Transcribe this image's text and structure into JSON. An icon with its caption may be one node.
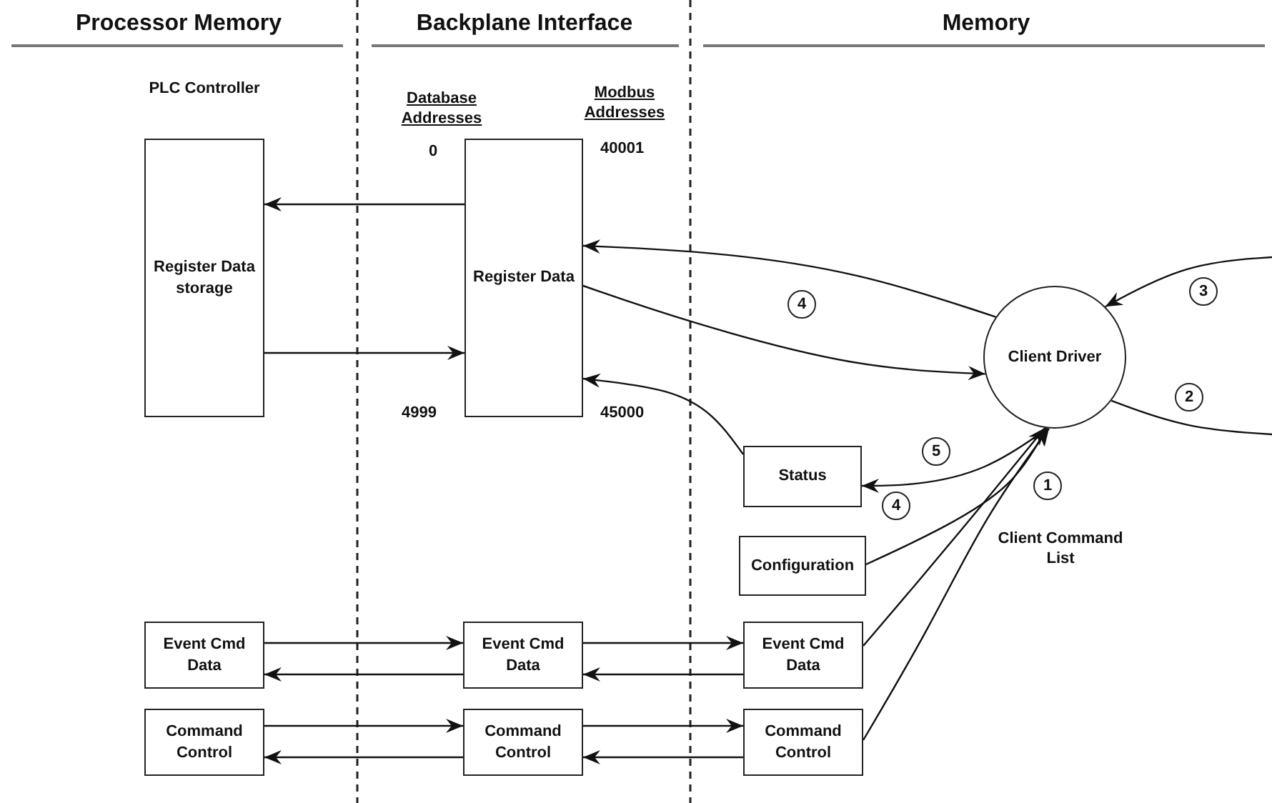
{
  "diagram": {
    "nodes": [
      {
        "text": [
          "PLC Controller",
          "Register Data storage"
        ]
      },
      {
        "text": [
          "Register Data"
        ]
      },
      {
        "text": [
          "Client Driver"
        ]
      },
      {
        "text": [
          "Status"
        ]
      },
      {
        "text": [
          "Configuration"
        ]
      },
      {
        "text": [
          "Event Cmd Data"
        ]
      },
      {
        "text": [
          "Event Cmd Data"
        ]
      },
      {
        "text": [
          "Event Cmd Data"
        ]
      },
      {
        "text": [
          "Command Control"
        ]
      },
      {
        "text": [
          "Command Control"
        ]
      },
      {
        "text": [
          "Command Control"
        ]
      }
    ],
    "edges": [
      {
        "from": 1,
        "to": 0,
        "arrow": "to"
      },
      {
        "from": 0,
        "to": 1,
        "arrow": "to"
      },
      {
        "from": 2,
        "to": 1,
        "arrow": "to"
      },
      {
        "from": 1,
        "to": 2,
        "arrow": "to"
      },
      {
        "from": null,
        "to": 2,
        "arrow": "to"
      },
      {
        "from": 2,
        "to": null,
        "arrow": "none"
      },
      {
        "from": 3,
        "to": 1,
        "arrow": "to"
      },
      {
        "from": 2,
        "to": 3,
        "arrow": "to"
      },
      {
        "from": 4,
        "to": 2,
        "arrow": "to"
      },
      {
        "from": 7,
        "to": 2,
        "arrow": "to"
      },
      {
        "from": 10,
        "to": 2,
        "arrow": "to"
      },
      {
        "from": 5,
        "to": 6,
        "arrow": "to"
      },
      {
        "from": 6,
        "to": 5,
        "arrow": "to"
      },
      {
        "from": 6,
        "to": 7,
        "arrow": "to"
      },
      {
        "from": 7,
        "to": 6,
        "arrow": "to"
      },
      {
        "from": 8,
        "to": 9,
        "arrow": "to"
      },
      {
        "from": 9,
        "to": 8,
        "arrow": "to"
      },
      {
        "from": 9,
        "to": 10,
        "arrow": "to"
      },
      {
        "from": 10,
        "to": 9,
        "arrow": "to"
      }
    ],
    "labels": [
      "Processor Memory",
      "Backplane Interface",
      "Memory",
      "Database Addresses",
      "0",
      "Modbus Addresses",
      "40001",
      "4999",
      "45000",
      "4",
      "3",
      "2",
      "5",
      "4",
      "1",
      "Client Command List"
    ]
  }
}
